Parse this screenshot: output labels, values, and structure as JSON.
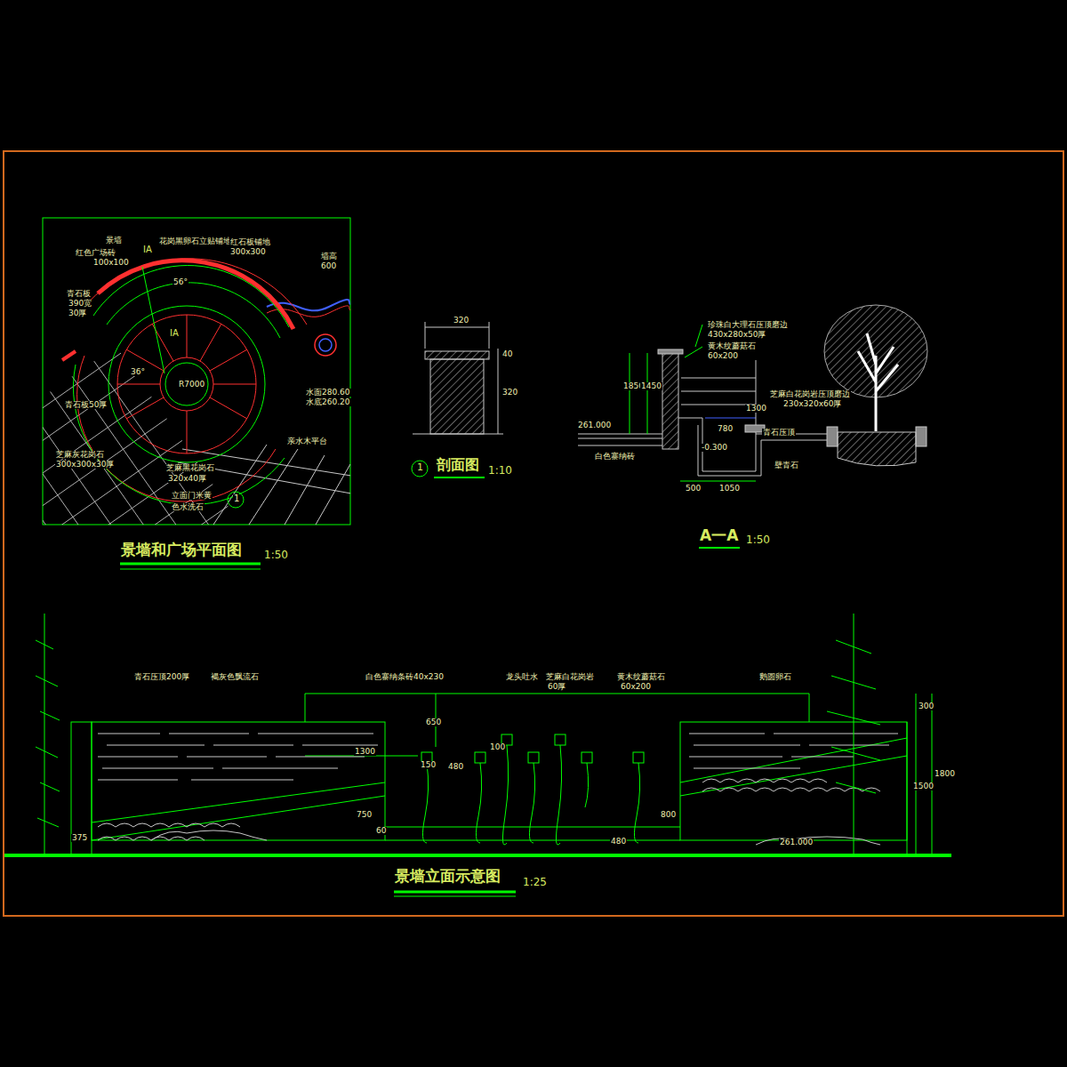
{
  "diagram": {
    "labels": [
      "景墙",
      "红色广场砖",
      "100x100",
      "花岗黑卵石立贴铺地",
      "红石板铺地",
      "300x300",
      "墙高",
      "600",
      "青石板",
      "390宽",
      "30厚",
      "56°",
      "IA",
      "IA",
      "R7000",
      "36°",
      "水面280.60",
      "水底260.20",
      "青石板50厚",
      "亲水木平台",
      "芝麻灰花岗石",
      "300x300x30厚",
      "芝麻黑花岗石",
      "320x40厚",
      "立面门米黄",
      "色水洗石",
      "1",
      "景墙和广场平面图",
      "1:50",
      "320",
      "40",
      "320",
      "1",
      "剖面图",
      "1:10",
      "珍珠白大理石压顶磨边",
      "430x280x50厚",
      "黄木纹蘑菇石",
      "60x200",
      "芝麻白花岗岩压顶磨边",
      "230x320x60厚",
      "261.000",
      "白色寨纳砖",
      "青石压顶",
      "壁青石",
      "-0.300",
      "1850",
      "1450",
      "1300",
      "780",
      "500",
      "1050",
      "A一A",
      "1:50",
      "青石压顶200厚",
      "褐灰色飘流石",
      "白色寨纳条砖40x230",
      "龙头吐水",
      "芝麻白花岗岩",
      "60厚",
      "黄木纹蘑菇石",
      "60x200",
      "鹅圆卵石",
      "650",
      "1300",
      "150",
      "480",
      "100",
      "750",
      "800",
      "60",
      "480",
      "375",
      "261.000",
      "300",
      "1500",
      "1800",
      "景墙立面示意图",
      "1:25"
    ]
  }
}
